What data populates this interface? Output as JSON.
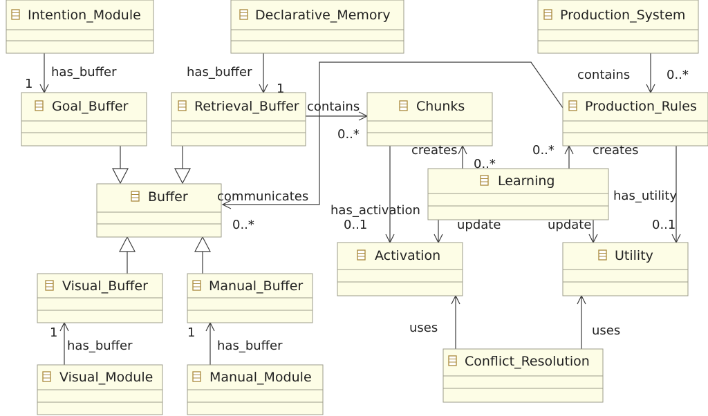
{
  "classes": {
    "intention_module": "Intention_Module",
    "declarative_memory": "Declarative_Memory",
    "production_system": "Production_System",
    "goal_buffer": "Goal_Buffer",
    "retrieval_buffer": "Retrieval_Buffer",
    "chunks": "Chunks",
    "production_rules": "Production_Rules",
    "buffer": "Buffer",
    "learning": "Learning",
    "activation": "Activation",
    "utility": "Utility",
    "visual_buffer": "Visual_Buffer",
    "manual_buffer": "Manual_Buffer",
    "visual_module": "Visual_Module",
    "manual_module": "Manual_Module",
    "conflict_resolution": "Conflict_Resolution"
  },
  "edges": {
    "intention_goal_label": "has_buffer",
    "intention_goal_mult": "1",
    "declarative_retrieval_label": "has_buffer",
    "declarative_retrieval_mult": "1",
    "production_rules_contains_label": "contains",
    "production_rules_contains_mult": "0..*",
    "retrieval_chunks_label": "contains",
    "retrieval_chunks_mult": "0..*",
    "communicates_label": "communicates",
    "communicates_mult": "0..*",
    "learning_chunks_label": "creates",
    "learning_chunks_mult": "0..*",
    "learning_rules_label": "creates",
    "learning_rules_mult": "0..*",
    "chunks_activation_label": "has_activation",
    "chunks_activation_mult": "0..1",
    "rules_utility_label": "has_utility",
    "rules_utility_mult": "0..1",
    "learning_activation_label": "update",
    "learning_utility_label": "update",
    "visual_module_label": "has_buffer",
    "visual_module_mult": "1",
    "manual_module_label": "has_buffer",
    "manual_module_mult": "1",
    "conflict_activation_label": "uses",
    "conflict_utility_label": "uses"
  }
}
